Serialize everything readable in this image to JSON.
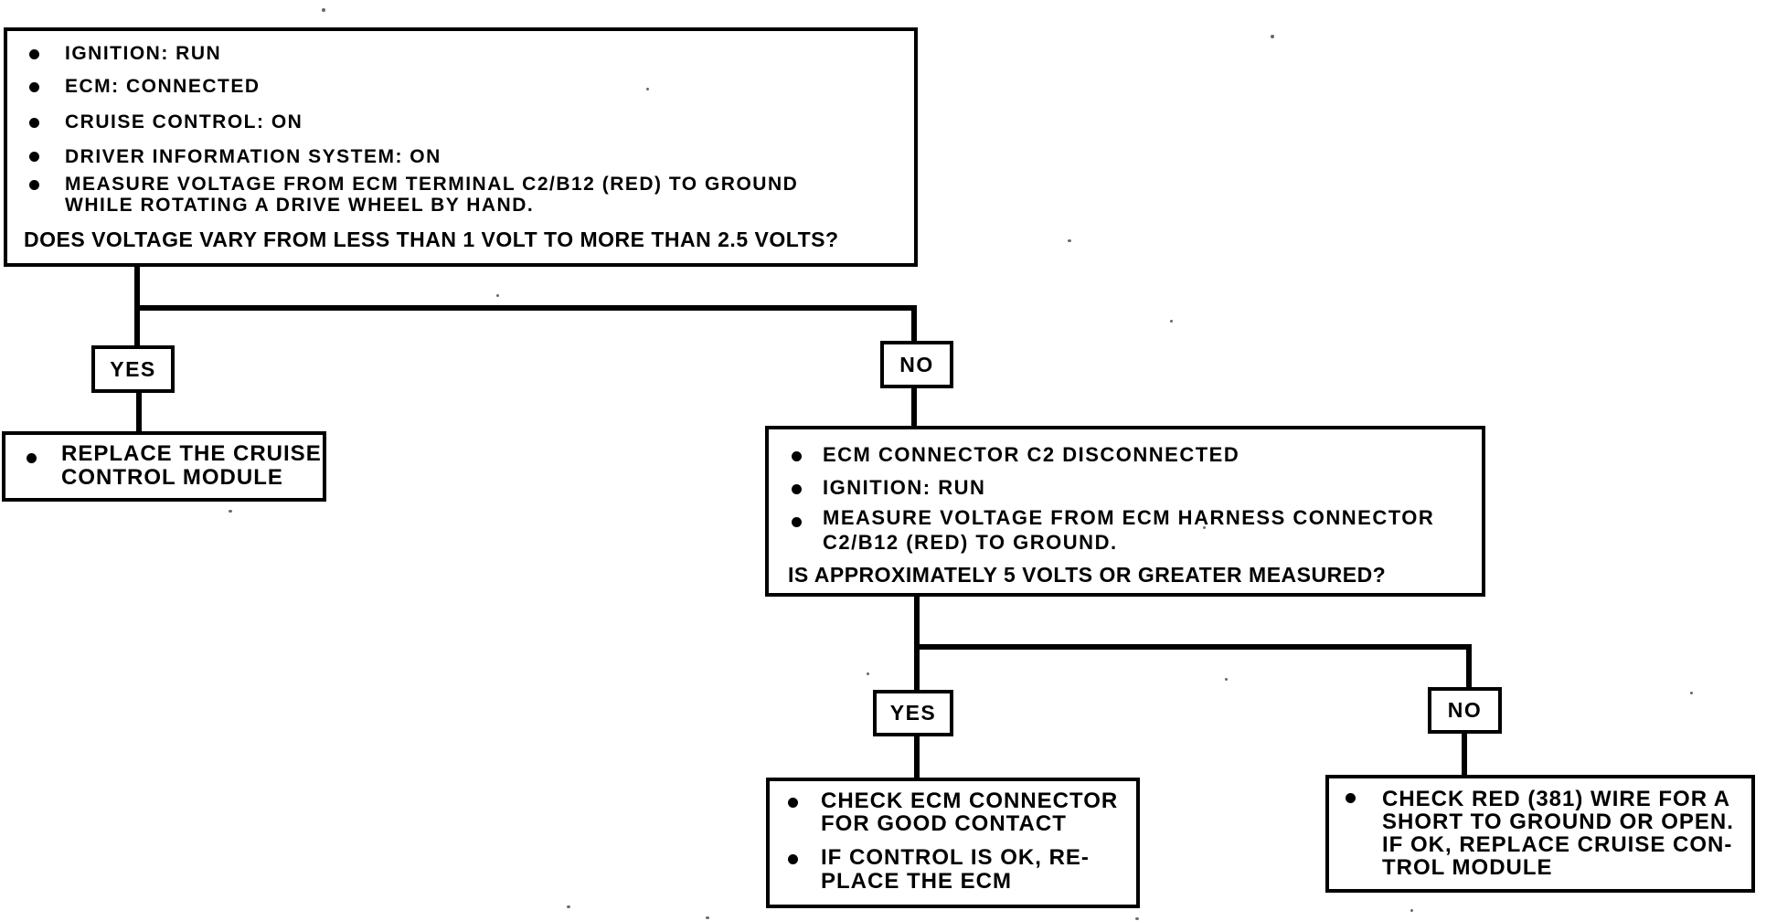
{
  "nodes": {
    "start": {
      "bullets": [
        [
          "IGNITION: RUN"
        ],
        [
          "ECM: CONNECTED"
        ],
        [
          "CRUISE CONTROL: ON"
        ],
        [
          "DRIVER INFORMATION SYSTEM: ON"
        ],
        [
          "MEASURE VOLTAGE FROM ECM TERMINAL C2/B12 (RED) TO GROUND",
          "WHILE ROTATING A DRIVE WHEEL BY HAND."
        ]
      ],
      "question": "DOES VOLTAGE VARY FROM LESS THAN 1 VOLT TO MORE THAN 2.5 VOLTS?"
    },
    "branch1": {
      "yes": "YES",
      "no": "NO"
    },
    "replace_module": {
      "bullets": [
        [
          "REPLACE THE CRUISE",
          "CONTROL MODULE"
        ]
      ]
    },
    "check_harness": {
      "bullets": [
        [
          "ECM CONNECTOR C2 DISCONNECTED"
        ],
        [
          "IGNITION: RUN"
        ],
        [
          "MEASURE VOLTAGE FROM ECM HARNESS CONNECTOR",
          "C2/B12 (RED) TO GROUND."
        ]
      ],
      "question": "IS APPROXIMATELY 5 VOLTS OR GREATER MEASURED?"
    },
    "branch2": {
      "yes": "YES",
      "no": "NO"
    },
    "check_ecm": {
      "bullets": [
        [
          "CHECK ECM CONNECTOR",
          "FOR GOOD CONTACT"
        ],
        [
          "IF CONTROL IS OK, RE-",
          "PLACE THE ECM"
        ]
      ]
    },
    "check_red_wire": {
      "bullets": [
        [
          "CHECK RED (381) WIRE FOR A",
          "SHORT TO GROUND OR OPEN.",
          "IF OK, REPLACE CRUISE CON-",
          "TROL MODULE"
        ]
      ]
    }
  },
  "colors": {
    "ink": "#000000",
    "paper": "#ffffff"
  }
}
